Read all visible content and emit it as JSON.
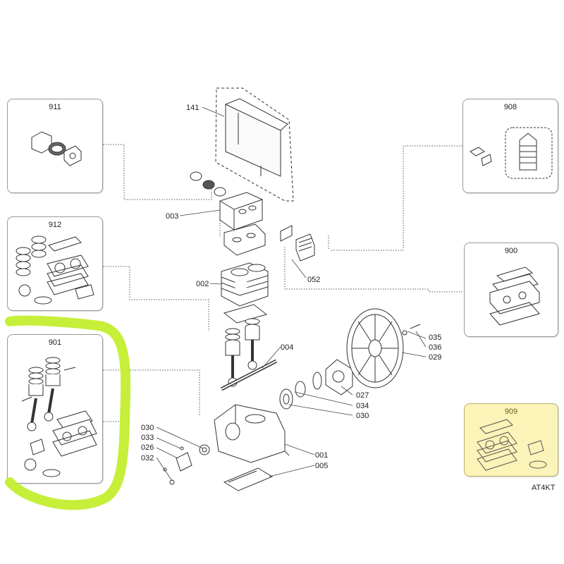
{
  "model_code": "AT4KT",
  "kits": [
    {
      "id": "911",
      "label": "911"
    },
    {
      "id": "908",
      "label": "908"
    },
    {
      "id": "912",
      "label": "912"
    },
    {
      "id": "900",
      "label": "900"
    },
    {
      "id": "901",
      "label": "901"
    },
    {
      "id": "909",
      "label": "909"
    }
  ],
  "part_callouts": [
    "141",
    "003",
    "002",
    "004",
    "052",
    "035",
    "036",
    "029",
    "027",
    "034",
    "030",
    "030",
    "033",
    "026",
    "032",
    "001",
    "005"
  ],
  "colors": {
    "kit_highlight": "#fbf3b8",
    "marker_ring": "#c6ef3a",
    "line": "#333333"
  }
}
